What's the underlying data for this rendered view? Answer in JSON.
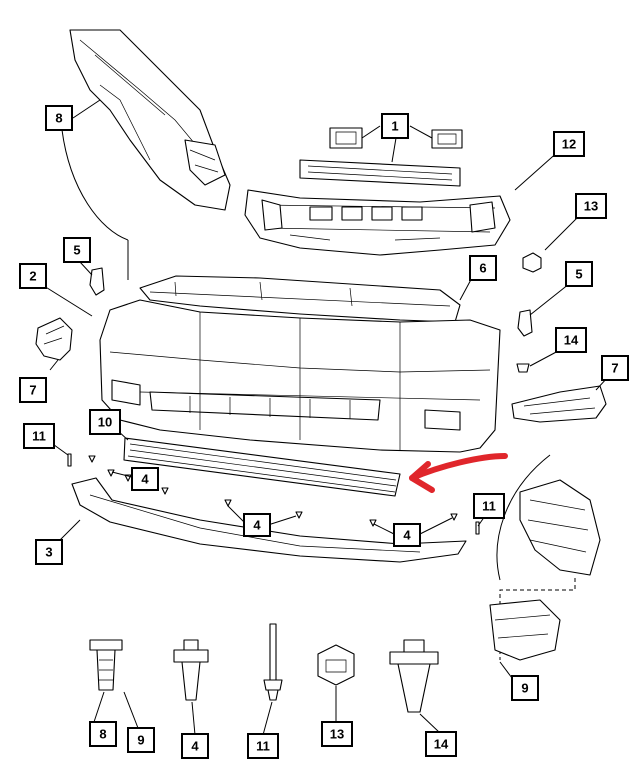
{
  "diagram": {
    "callouts": [
      {
        "id": "c8-top",
        "label": "8"
      },
      {
        "id": "c1",
        "label": "1"
      },
      {
        "id": "c12",
        "label": "12"
      },
      {
        "id": "c13-top",
        "label": "13"
      },
      {
        "id": "c5-left",
        "label": "5"
      },
      {
        "id": "c2",
        "label": "2"
      },
      {
        "id": "c6",
        "label": "6"
      },
      {
        "id": "c5-right",
        "label": "5"
      },
      {
        "id": "c7-left",
        "label": "7"
      },
      {
        "id": "c14-top",
        "label": "14"
      },
      {
        "id": "c7-right",
        "label": "7"
      },
      {
        "id": "c10",
        "label": "10"
      },
      {
        "id": "c11-left",
        "label": "11"
      },
      {
        "id": "c4-a",
        "label": "4"
      },
      {
        "id": "c4-b",
        "label": "4"
      },
      {
        "id": "c4-c",
        "label": "4"
      },
      {
        "id": "c11-right",
        "label": "11"
      },
      {
        "id": "c3",
        "label": "3"
      },
      {
        "id": "c9-right",
        "label": "9"
      },
      {
        "id": "c8-bottom",
        "label": "8"
      },
      {
        "id": "c9-bottom",
        "label": "9"
      },
      {
        "id": "c4-bottom",
        "label": "4"
      },
      {
        "id": "c11-bottom",
        "label": "11"
      },
      {
        "id": "c13-bottom",
        "label": "13"
      },
      {
        "id": "c14-bottom",
        "label": "14"
      }
    ],
    "highlight_color": "#e0262b"
  }
}
